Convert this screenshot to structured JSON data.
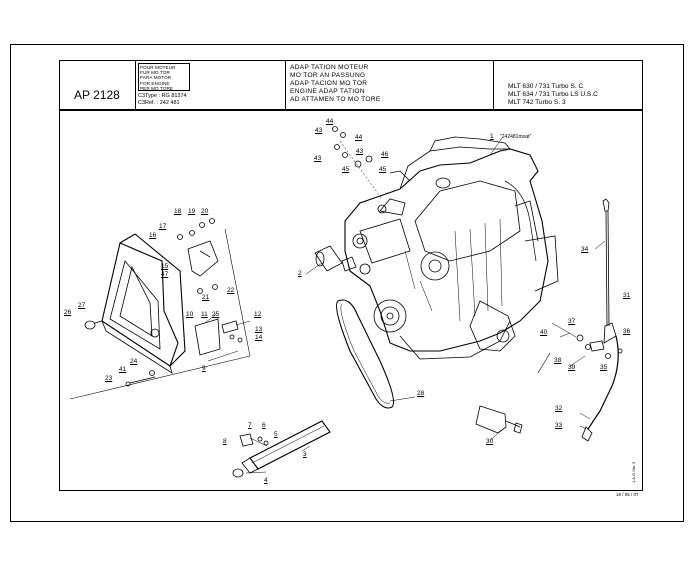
{
  "header": {
    "page_code": "AP 2128",
    "for_engine_lines": [
      "POUR MOTEUR",
      "FUR MO TOR",
      "PARA MOTOR",
      "FOR ENGINE",
      "PER MO TORE"
    ],
    "ref_lines": [
      "C3Type : RG 81374",
      "C3Ref. : 242 481"
    ],
    "title_lines": [
      "ADAP TATION MOTEUR",
      "MO TOR AN PASSUNG",
      "ADAP TACION MO TOR",
      "ENGINE   ADAP TATION",
      "AD ATTAMEN TO MO TORE"
    ],
    "model_lines": [
      "MLT 630 / 731 Turbo S. C",
      "MLT 634 / 731 Turbo LS U.S.C",
      "MLT 742 Turbo S. 3"
    ]
  },
  "drawing": {
    "engine_note": "\"242481moat\"",
    "date_stamp": "16 / 05 / 07",
    "side_code": "1.A.O   Ma. 5",
    "callouts": [
      "1",
      "2",
      "3",
      "4",
      "5",
      "6",
      "7",
      "8",
      "9",
      "10",
      "11",
      "12",
      "13",
      "14",
      "15",
      "16",
      "17",
      "18",
      "19",
      "20",
      "21",
      "22",
      "23",
      "24",
      "25",
      "26",
      "27",
      "28",
      "30",
      "31",
      "32",
      "33",
      "34",
      "35",
      "36",
      "37",
      "38",
      "39",
      "40",
      "41",
      "43",
      "43",
      "43",
      "44",
      "44",
      "45",
      "45",
      "46",
      "47"
    ]
  }
}
